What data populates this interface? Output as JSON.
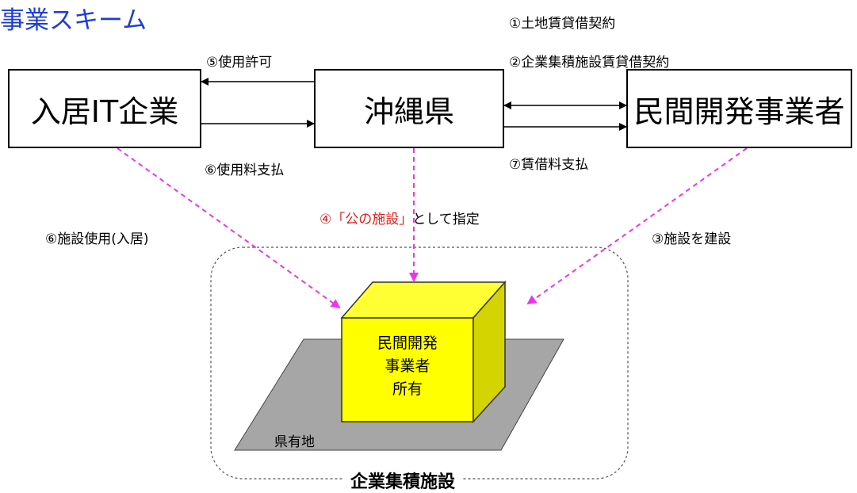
{
  "title": "事業スキーム",
  "entities": {
    "it_company": "入居IT企業",
    "prefecture": "沖縄県",
    "developer": "民間開発事業者"
  },
  "labels": {
    "use_permit": "⑤使用許可",
    "usage_fee": "⑥使用料支払",
    "land_lease": "①土地賃貸借契約",
    "facility_lease": "②企業集積施設賃貸借契約",
    "lease_payment": "⑦賃借料支払",
    "facility_use": "⑥施設使用(入居)",
    "designation_num": "④",
    "designation_term": "「公の施設」",
    "designation_rest": "として指定",
    "build": "③施設を建設"
  },
  "cube": {
    "line1": "民間開発",
    "line2": "事業者",
    "line3": "所有"
  },
  "land": "県有地",
  "zone_label": "企業集積施設",
  "colors": {
    "title": "#1f3dd6",
    "dashed_arrow": "#ee33ee",
    "highlight": "#e0201c",
    "cube_face": "#ffff00",
    "cube_top": "#ffff33",
    "cube_side": "#d4d400",
    "land": "#a6a6a6"
  }
}
